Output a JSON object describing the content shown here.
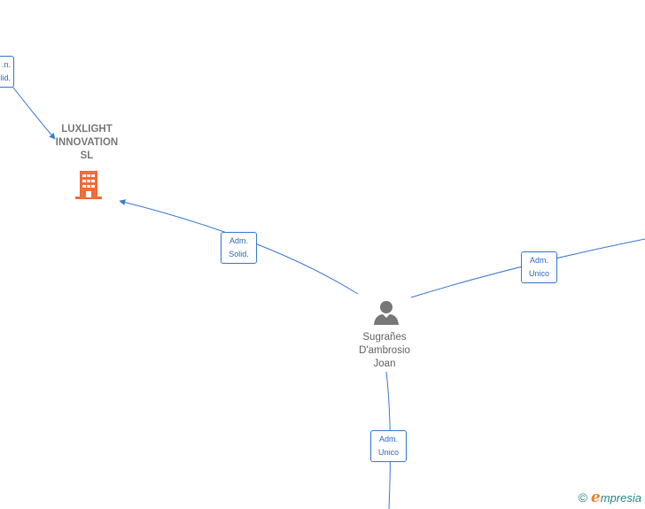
{
  "nodes": {
    "company": {
      "name_lines": [
        "LUXLIGHT",
        "INNOVATION",
        "SL"
      ],
      "icon": "building-icon",
      "icon_color": "#f26b3a"
    },
    "person": {
      "name_lines": [
        "Sugrañes",
        "D'ambrosio",
        "Joan"
      ],
      "icon": "person-icon",
      "icon_color": "#777777"
    }
  },
  "edges": {
    "top_left": {
      "lines": [
        ".n.",
        "lid."
      ]
    },
    "person_company": {
      "lines": [
        "Adm.",
        "Solid."
      ]
    },
    "person_right": {
      "lines": [
        "Adm.",
        "Unico"
      ]
    },
    "person_bottom": {
      "lines": [
        "Adm.",
        "Unico"
      ]
    }
  },
  "colors": {
    "edge": "#3a7bd5",
    "label_text": "#2f6bc2"
  },
  "watermark": {
    "symbol": "©",
    "brand_initial": "e",
    "brand_rest": "mpresia"
  }
}
